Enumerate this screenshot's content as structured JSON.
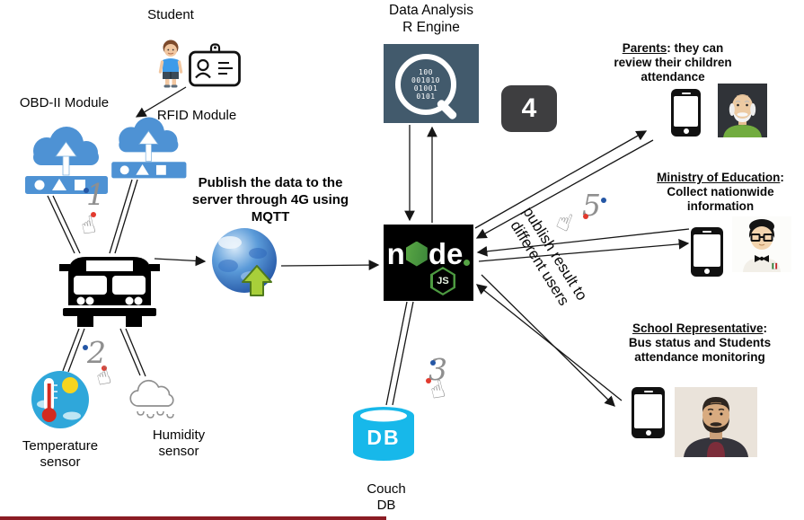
{
  "nodes": {
    "student_label": "Student",
    "obd_label": "OBD-II Module",
    "rfid_label": "RFID Module",
    "mqtt_caption_lines": [
      "Publish the data to the",
      "server through 4G using",
      "MQTT"
    ],
    "r_engine_caption_line1": "Data Analysis",
    "r_engine_caption_line2": "R Engine",
    "magnifier_binary": [
      "100",
      "001010",
      "01001",
      "0101"
    ],
    "node_logo": {
      "left": "n",
      "right": "de",
      "badge": "JS"
    },
    "db_icon_text": "DB",
    "couch_caption_line1": "Couch",
    "couch_caption_line2": "DB",
    "temperature_caption_line1": "Temperature",
    "temperature_caption_line2": "sensor",
    "humidity_caption_line1": "Humidity",
    "humidity_caption_line2": "sensor",
    "publish_result_line1": "publish result to",
    "publish_result_line2": "different users"
  },
  "steps": {
    "one": "1",
    "two": "2",
    "three": "3",
    "four": "4",
    "five": "5"
  },
  "users": [
    {
      "title": "Parents",
      "title_suffix": ": they can",
      "line2": "review their children",
      "line3": "attendance"
    },
    {
      "title": "Ministry of Education",
      "title_suffix": ":",
      "line2": "Collect nationwide",
      "line3": "information"
    },
    {
      "title": "School Representative",
      "title_suffix": ":",
      "line2": "Bus status and  Students",
      "line3": "attendance monitoring"
    }
  ],
  "colors": {
    "cloud_blue": "#4e92d4",
    "r_engine_slate": "#425a6c",
    "node_green": "#4d9a41",
    "couch_cyan": "#17b8ea",
    "badge_gray": "#3e3e40"
  }
}
